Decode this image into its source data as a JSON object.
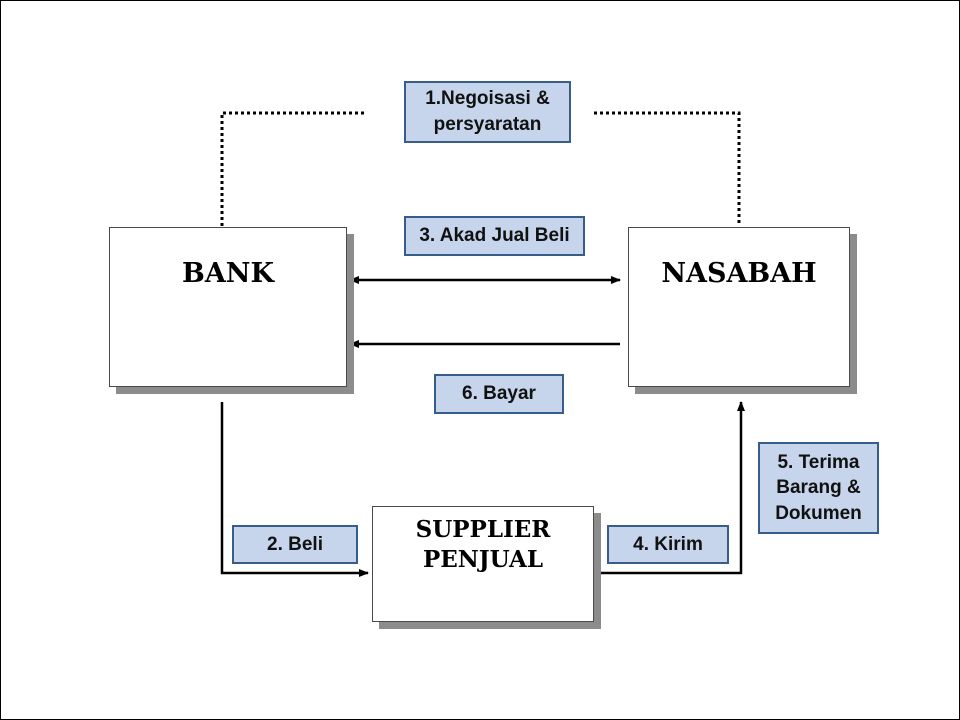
{
  "entities": {
    "bank": "BANK",
    "nasabah": "NASABAH",
    "supplier_line1": "SUPPLIER",
    "supplier_line2": "PENJUAL"
  },
  "steps": {
    "negotiation": "1.Negoisasi &\npersyaratan",
    "buy": "2. Beli",
    "contract": "3. Akad Jual Beli",
    "ship": "4. Kirim",
    "receive": "5. Terima\nBarang &\nDokumen",
    "pay": "6. Bayar"
  },
  "colors": {
    "label_fill": "#c6d5ec",
    "label_border": "#385d8a",
    "box_shadow": "#8c8c8c"
  }
}
